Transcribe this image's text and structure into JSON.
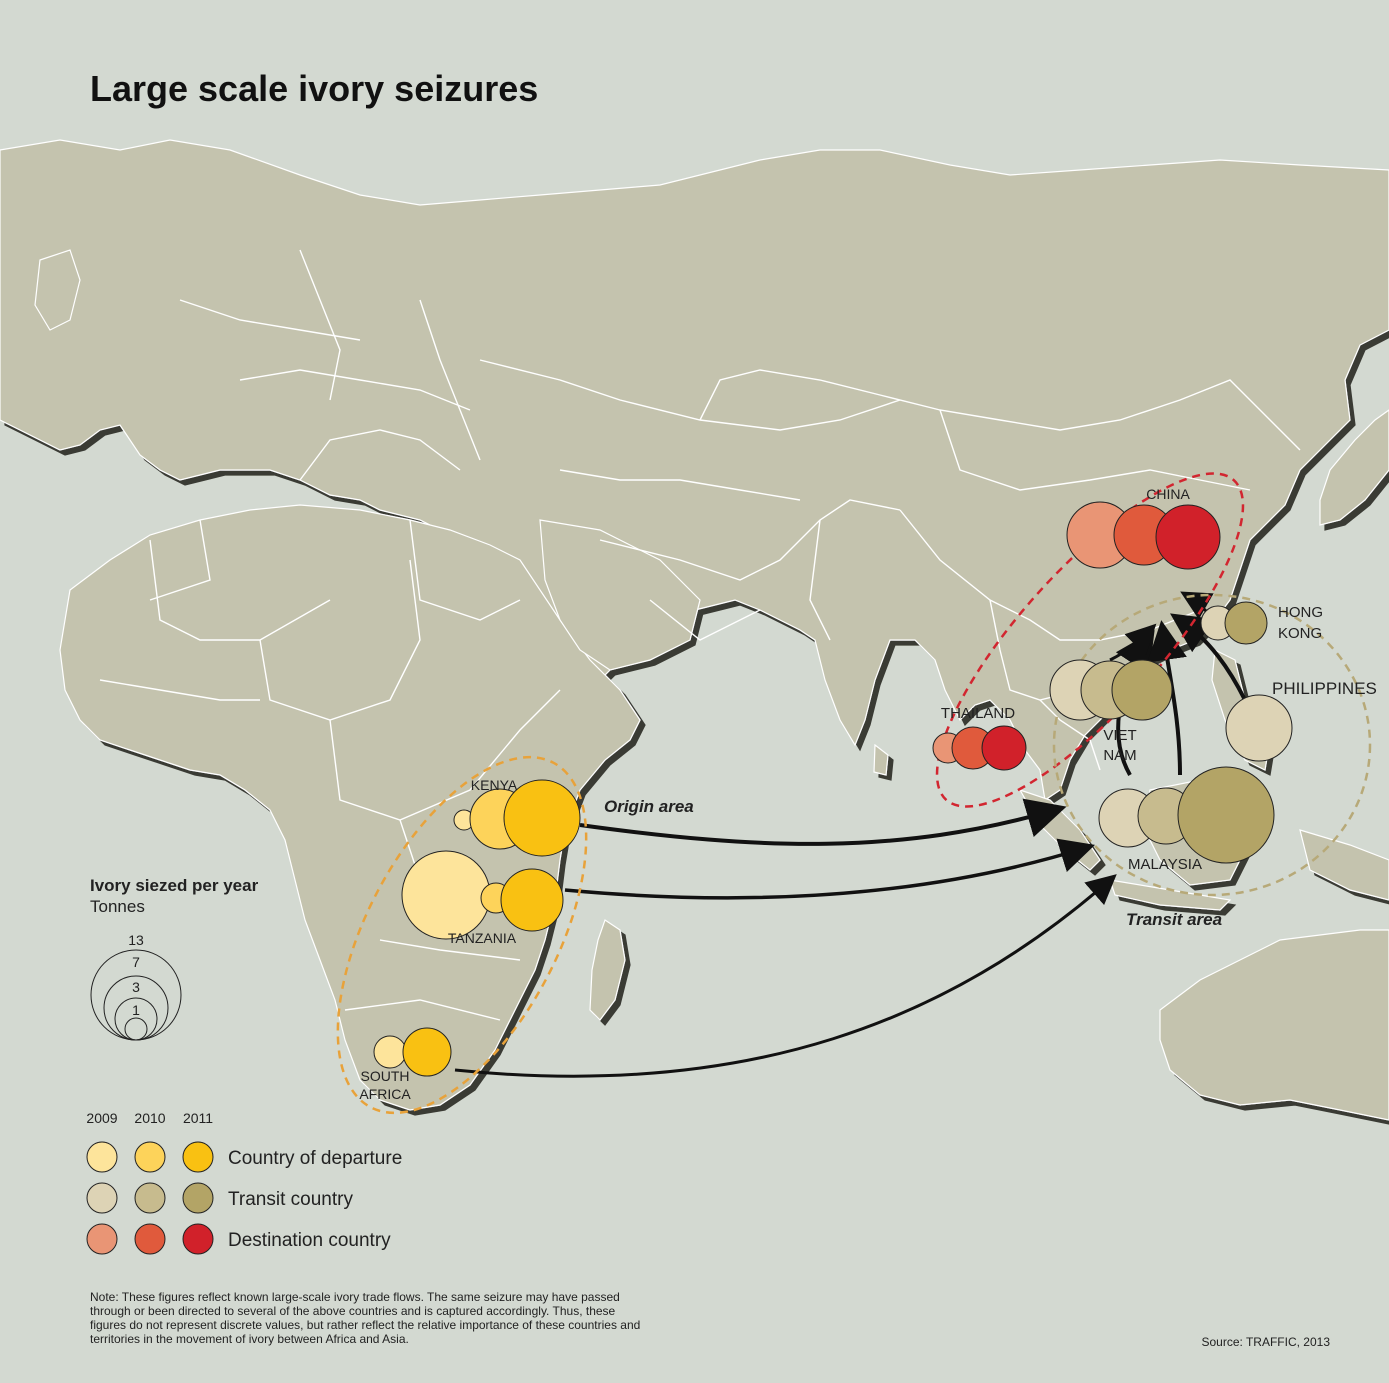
{
  "title": "Large scale ivory seizures",
  "colors": {
    "sea": "#d3d9d1",
    "land": "#c4c3ae",
    "border": "#ffffff",
    "departure": [
      "#fde49b",
      "#fdd35a",
      "#f9c112"
    ],
    "transit": [
      "#ddd3b5",
      "#c7bb8e",
      "#b3a466"
    ],
    "destination": [
      "#e99575",
      "#e05a3c",
      "#d1212a"
    ],
    "origin_ellipse": "#e8a23a",
    "china_ellipse": "#d22630",
    "transit_ellipse": "#b7a978"
  },
  "areas": {
    "origin": "Origin area",
    "transit": "Transit area"
  },
  "countries": {
    "kenya": "KENYA",
    "tanzania": "TANZANIA",
    "south_africa_1": "SOUTH",
    "south_africa_2": "AFRICA",
    "china": "CHINA",
    "hong_kong_1": "HONG",
    "hong_kong_2": "KONG",
    "philippines": "PHILIPPINES",
    "thailand": "THAILAND",
    "viet_nam_1": "VIET",
    "viet_nam_2": "NAM",
    "malaysia": "MALAYSIA"
  },
  "size_legend": {
    "title": "Ivory siezed per year",
    "unit": "Tonnes",
    "values": [
      "13",
      "7",
      "3",
      "1"
    ]
  },
  "color_legend": {
    "years": [
      "2009",
      "2010",
      "2011"
    ],
    "rows": [
      {
        "label": "Country of departure",
        "icon": "departure-circles"
      },
      {
        "label": "Transit country",
        "icon": "transit-circles"
      },
      {
        "label": "Destination country",
        "icon": "destination-circles"
      }
    ]
  },
  "note": {
    "line1": "Note: These figures reflect known large-scale ivory trade flows.  The same seizure may have passed",
    "line2": "through or been directed to several of the above countries and is captured accordingly.  Thus, these",
    "line3": "figures do not represent discrete values, but rather reflect the relative importance of these countries and",
    "line4": "territories in the movement of ivory between Africa and Asia."
  },
  "source": "Source: TRAFFIC, 2013"
}
